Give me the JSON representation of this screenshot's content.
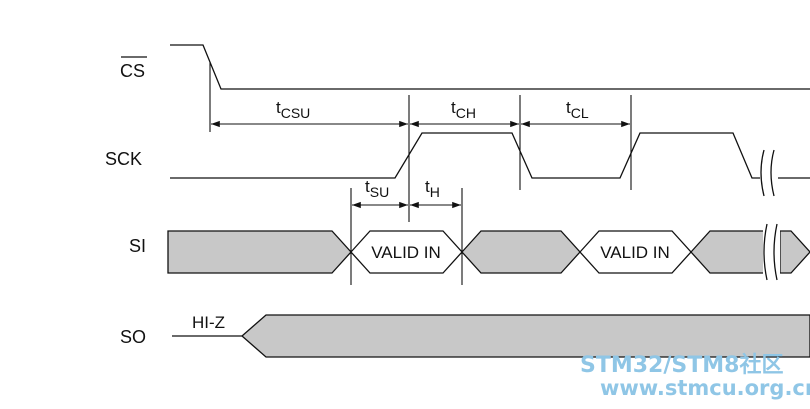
{
  "signals": {
    "cs": "CS",
    "sck": "SCK",
    "si": "SI",
    "so": "SO"
  },
  "timing": {
    "tcsu": {
      "main": "t",
      "sub": "CSU"
    },
    "tch": {
      "main": "t",
      "sub": "CH"
    },
    "tcl": {
      "main": "t",
      "sub": "CL"
    },
    "tsu": {
      "main": "t",
      "sub": "SU"
    },
    "th": {
      "main": "t",
      "sub": "H"
    }
  },
  "si_data": {
    "valid_1": "VALID IN",
    "valid_2": "VALID IN"
  },
  "so_state": "HI-Z",
  "watermark": {
    "line1": "STM32/STM8社区",
    "line2": "www.stmcu.org.cn"
  },
  "colors": {
    "bus_fill": "#c8c8c8",
    "line": "#111111",
    "watermark": "#8fc6e6"
  }
}
